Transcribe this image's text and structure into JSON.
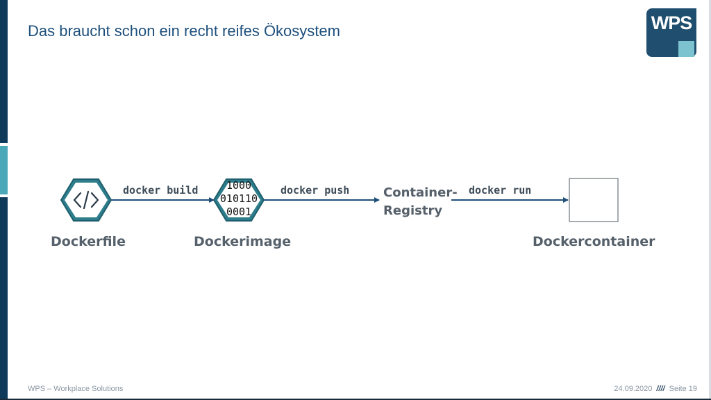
{
  "slide": {
    "title": "Das braucht schon ein recht reifes Ökosystem"
  },
  "logo": {
    "text": "WPS"
  },
  "diagram": {
    "nodes": {
      "dockerfile": {
        "label": "Dockerfile",
        "icon": "code-icon"
      },
      "dockerimage": {
        "label": "Dockerimage",
        "binary_lines": [
          "1000",
          "010110",
          "0001"
        ]
      },
      "registry": {
        "line1": "Container-",
        "line2": "Registry"
      },
      "dockercontainer": {
        "label": "Dockercontainer"
      }
    },
    "edges": {
      "build": "docker build",
      "push": "docker push",
      "run": "docker run"
    },
    "colors": {
      "hex_fill": "#2e7d8c",
      "hex_stroke": "#1d5f6c",
      "arrow": "#1f4e79"
    }
  },
  "footer": {
    "left": "WPS – Workplace Solutions",
    "date": "24.09.2020",
    "separator": "////",
    "page": "Seite 19"
  }
}
